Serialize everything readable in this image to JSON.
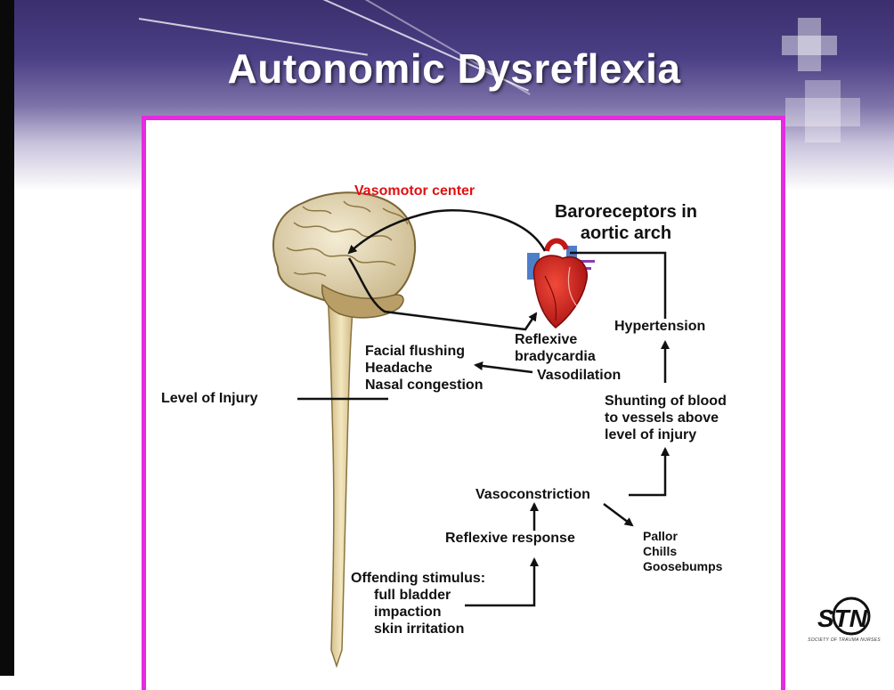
{
  "slide": {
    "title": "Autonomic Dysreflexia",
    "frame_color": "#e52adf"
  },
  "diagram": {
    "vasomotor_center": "Vasomotor center",
    "baroreceptors_line1": "Baroreceptors in",
    "baroreceptors_line2": "aortic arch",
    "hypertension": "Hypertension",
    "reflexive_bradycardia_line1": "Reflexive",
    "reflexive_bradycardia_line2": "bradycardia",
    "vasodilation": "Vasodilation",
    "symptoms_above": [
      "Facial flushing",
      "Headache",
      "Nasal congestion"
    ],
    "level_of_injury": "Level of Injury",
    "shunting": [
      "Shunting of blood",
      "to vessels above",
      "level of injury"
    ],
    "vasoconstriction": "Vasoconstriction",
    "reflexive_response": "Reflexive response",
    "symptoms_below": [
      "Pallor",
      "Chills",
      "Goosebumps"
    ],
    "offending_stimulus": [
      "Offending stimulus:",
      "full bladder",
      "impaction",
      "skin irritation"
    ]
  },
  "logo": {
    "text": "STN",
    "caption": "SOCIETY OF TRAUMA NURSES"
  },
  "colors": {
    "header": "#4b3f85",
    "red_label": "#e01010",
    "frame": "#e52adf"
  }
}
